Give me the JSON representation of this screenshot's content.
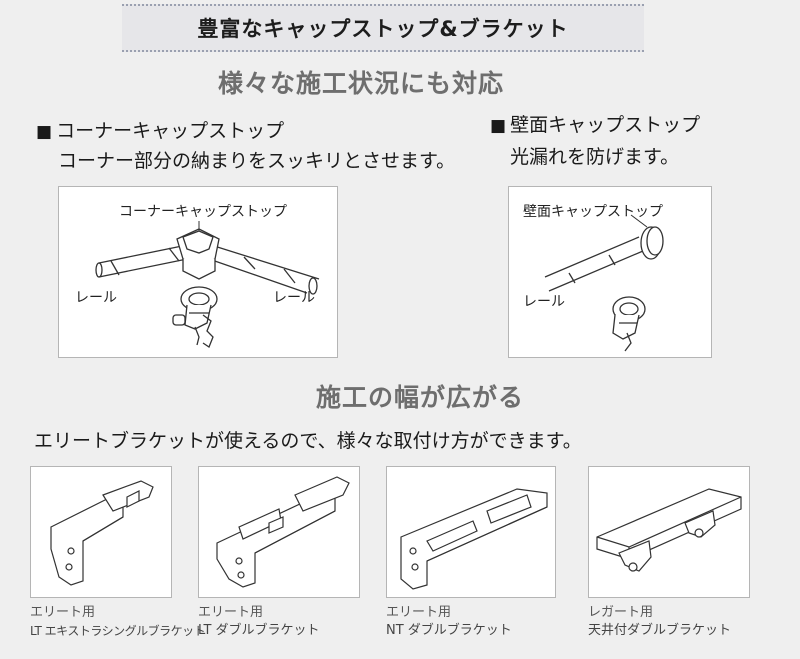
{
  "banner": {
    "title": "豊富なキャップストップ&ブラケット"
  },
  "section1": {
    "heading": "様々な施工状況にも対応",
    "corner": {
      "title": "コーナーキャップストップ",
      "desc": "コーナー部分の納まりをスッキリとさせます。",
      "callout": "コーナーキャップストップ",
      "rail_left": "レール",
      "rail_right": "レール"
    },
    "wall": {
      "title": "壁面キャップストップ",
      "desc": "光漏れを防げます。",
      "callout": "壁面キャップストップ",
      "rail": "レール"
    }
  },
  "section2": {
    "heading": "施工の幅が広がる",
    "desc": "エリートブラケットが使えるので、様々な取付け方ができます。",
    "items": [
      {
        "series": "エリート用",
        "name": "LT エキストラシングルブラケット"
      },
      {
        "series": "エリート用",
        "name": "LT ダブルブラケット"
      },
      {
        "series": "エリート用",
        "name": "NT ダブルブラケット"
      },
      {
        "series": "レガート用",
        "name": "天井付ダブルブラケット"
      }
    ]
  },
  "bullet_mark": "■"
}
